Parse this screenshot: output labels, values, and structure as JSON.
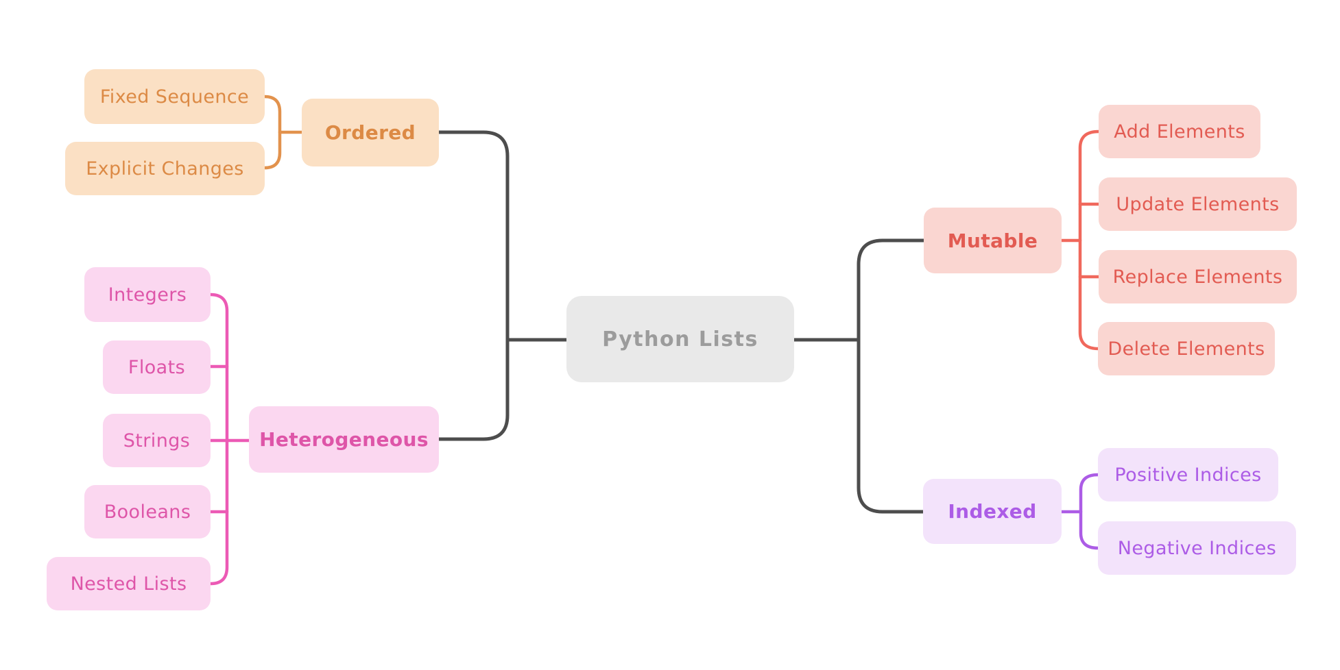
{
  "mindmap": {
    "title": "Python Lists mindmap",
    "nodes": {
      "root": {
        "label": "Python Lists"
      },
      "ordered": {
        "label": "Ordered"
      },
      "fixed_sequence": {
        "label": "Fixed Sequence"
      },
      "explicit_changes": {
        "label": "Explicit Changes"
      },
      "heterogeneous": {
        "label": "Heterogeneous"
      },
      "integers": {
        "label": "Integers"
      },
      "floats": {
        "label": "Floats"
      },
      "strings": {
        "label": "Strings"
      },
      "booleans": {
        "label": "Booleans"
      },
      "nested_lists": {
        "label": "Nested Lists"
      },
      "mutable": {
        "label": "Mutable"
      },
      "add_elements": {
        "label": "Add Elements"
      },
      "update_elements": {
        "label": "Update Elements"
      },
      "replace_elements": {
        "label": "Replace Elements"
      },
      "delete_elements": {
        "label": "Delete Elements"
      },
      "indexed": {
        "label": "Indexed"
      },
      "positive_indices": {
        "label": "Positive Indices"
      },
      "negative_indices": {
        "label": "Negative Indices"
      }
    },
    "hierarchy": {
      "Python Lists": {
        "Ordered": [
          "Fixed Sequence",
          "Explicit Changes"
        ],
        "Heterogeneous": [
          "Integers",
          "Floats",
          "Strings",
          "Booleans",
          "Nested Lists"
        ],
        "Mutable": [
          "Add Elements",
          "Update Elements",
          "Replace Elements",
          "Delete Elements"
        ],
        "Indexed": [
          "Positive Indices",
          "Negative Indices"
        ]
      }
    }
  },
  "colors": {
    "background": "#FFFFFF",
    "link_dark": "#4D4D4D",
    "root_fill": "#E9E9E9",
    "root_text": "#9C9C9C",
    "orange": {
      "fill": "#FBE0C4",
      "text": "#DC8A45",
      "line": "#E2924D"
    },
    "pink": {
      "fill": "#FBD7F0",
      "text": "#DE55A8",
      "line": "#EC5AB5"
    },
    "red": {
      "fill": "#FAD6D1",
      "text": "#E25B52",
      "line": "#F0685C"
    },
    "purple": {
      "fill": "#F3E3FB",
      "text": "#AC5CE6",
      "line": "#AC5CE6"
    }
  }
}
